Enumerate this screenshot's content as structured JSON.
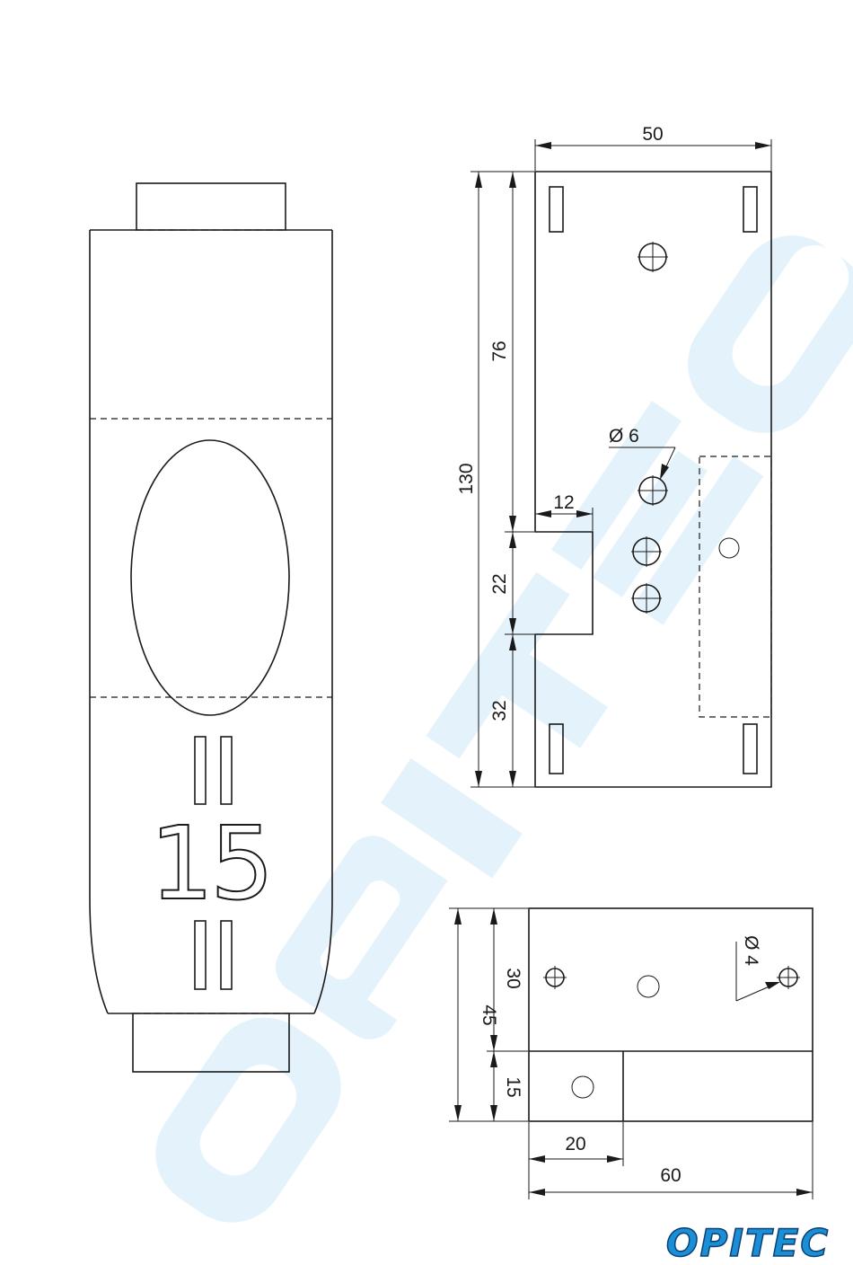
{
  "watermark": {
    "text": "OPITEC",
    "color": "#e4f3fb"
  },
  "logo": {
    "text": "OPITEC",
    "color": "#1a8fd6",
    "border": "#0d3f74"
  },
  "part_left": {
    "number_label": "15"
  },
  "plate_top": {
    "width_label": "50",
    "height_label": "130",
    "upper_label": "76",
    "notch_height_label": "22",
    "lower_label": "32",
    "notch_width_label": "12",
    "hole_label": "Ø 6"
  },
  "plate_bottom": {
    "upper_height_label": "30",
    "total_height_label": "45",
    "lower_height_label": "15",
    "small_width_label": "20",
    "width_label": "60",
    "hole_label": "Ø 4"
  }
}
